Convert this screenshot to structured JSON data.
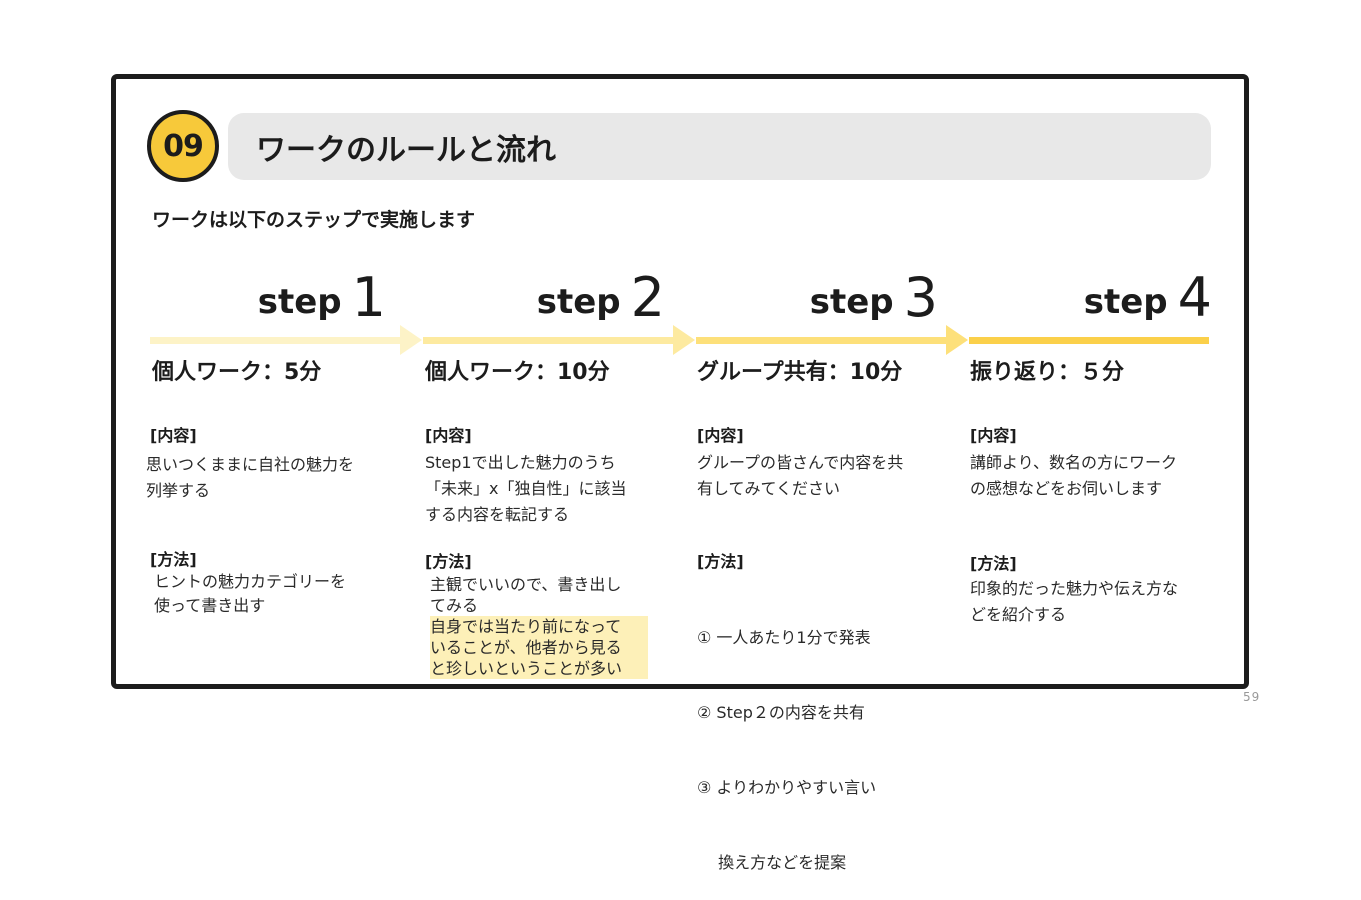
{
  "badge": "09",
  "title": "ワークのルールと流れ",
  "intro": "ワークは以下のステップで実施します",
  "page_number": "59",
  "colors": {
    "badge": "#f7c93a",
    "arrow1": "#fdf3c7",
    "arrow2": "#fdeaa0",
    "arrow3": "#fde07a",
    "arrow4": "#fbd04a",
    "highlight": "#fdf0b8"
  },
  "steps": [
    {
      "word": "step",
      "num": "1",
      "title": "個人ワーク：5分",
      "content_label": "[内容]",
      "content": [
        "思いつくままに自社の魅力を",
        "列挙する"
      ],
      "method_label": "[方法]",
      "method": [
        "ヒントの魅力カテゴリーを",
        "使って書き出す"
      ]
    },
    {
      "word": "step",
      "num": "2",
      "title": "個人ワーク：10分",
      "content_label": "[内容]",
      "content": [
        "Step1で出した魅力のうち",
        "「未来」x「独自性」に該当",
        "する内容を転記する"
      ],
      "method_label": "[方法]",
      "method": [
        "主観でいいので、書き出し",
        "てみる"
      ],
      "method_highlight": [
        "自身では当たり前になって",
        "いることが、他者から見る",
        "と珍しいということが多い"
      ]
    },
    {
      "word": "step",
      "num": "3",
      "title": "グループ共有：10分",
      "content_label": "[内容]",
      "content": [
        "グループの皆さんで内容を共",
        "有してみてください"
      ],
      "method_label": "[方法]",
      "method": [
        "① 一人あたり1分で発表",
        "② Step２の内容を共有",
        "③ よりわかりやすい言い",
        "　 換え方などを提案"
      ]
    },
    {
      "word": "step",
      "num": "4",
      "title": "振り返り：５分",
      "content_label": "[内容]",
      "content": [
        "講師より、数名の方にワーク",
        "の感想などをお伺いします"
      ],
      "method_label": "[方法]",
      "method": [
        "印象的だった魅力や伝え方な",
        "どを紹介する"
      ]
    }
  ]
}
